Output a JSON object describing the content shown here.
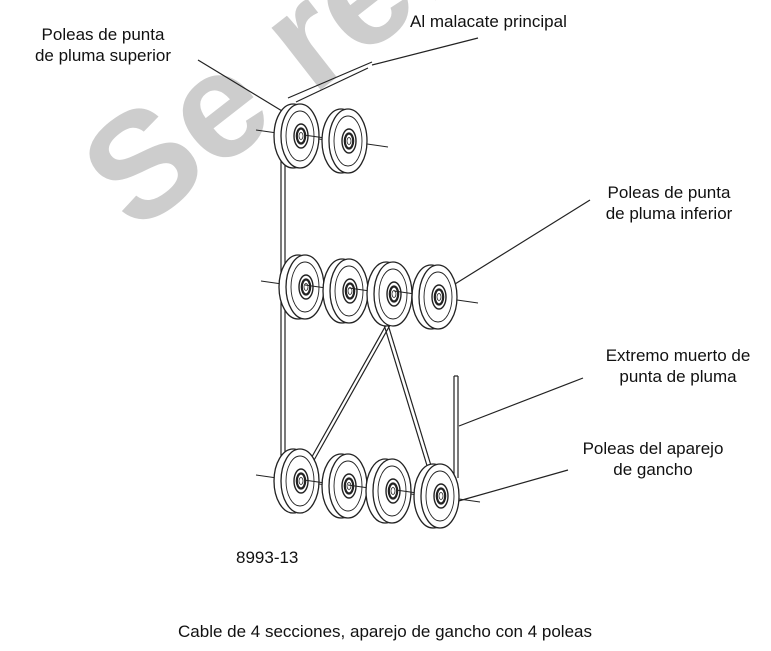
{
  "labels": {
    "upper_sheaves": "Poleas de punta\nde pluma superior",
    "main_hoist": "Al malacate principal",
    "lower_sheaves": "Poleas de punta\nde pluma inferior",
    "dead_end": "Extremo muerto de\npunta de pluma",
    "hook_block": "Poleas del aparejo\nde gancho",
    "drawing_number": "8993-13",
    "caption": "Cable de 4 secciones, aparejo de gancho con 4 poleas"
  },
  "watermark": {
    "text": "Se refer",
    "color": "#c8c8c8"
  },
  "colors": {
    "line": "#222222",
    "sheave_fill": "#ffffff"
  }
}
